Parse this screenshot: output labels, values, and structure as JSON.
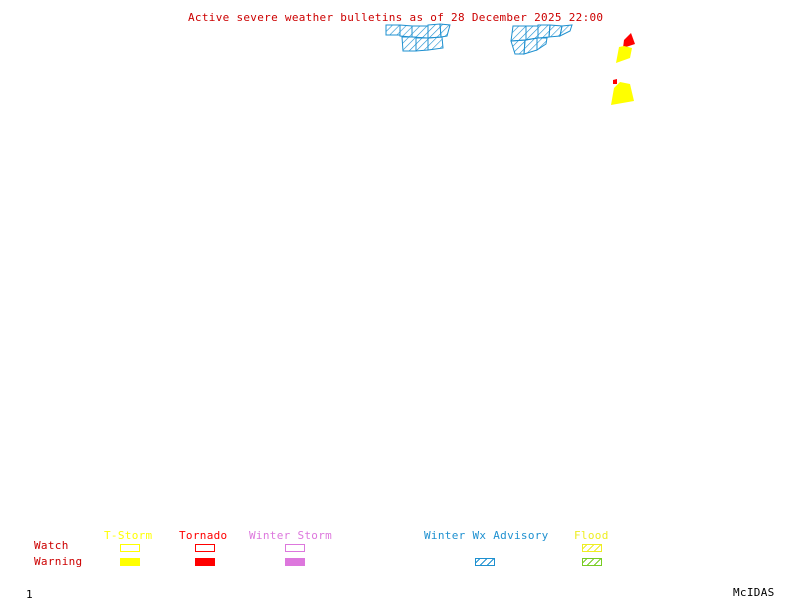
{
  "title": "Active severe weather bulletins as of 28 December 2025 22:00",
  "legend": {
    "row_labels": {
      "watch": "Watch",
      "warning": "Warning"
    },
    "categories": [
      {
        "name": "T-Storm",
        "color": "#ffff00",
        "watch": "outline",
        "warning": "filled"
      },
      {
        "name": "Tornado",
        "color": "#ff0000",
        "watch": "outline",
        "warning": "filled"
      },
      {
        "name": "Winter Storm",
        "color": "#dd77dd",
        "watch": "outline",
        "warning": "filled"
      },
      {
        "name": "Winter Wx Advisory",
        "color": "#1e90d0",
        "watch": "none",
        "warning": "hatched"
      },
      {
        "name": "Flood",
        "color": "#eeee22",
        "warning_color": "#77cc22",
        "watch": "hatched",
        "warning": "hatched"
      }
    ]
  },
  "footer": {
    "frame_number": "1",
    "brand": "McIDAS"
  },
  "colors": {
    "title": "#cc0000",
    "row_label": "#cc0000",
    "tstorm": "#ffff00",
    "tornado": "#ff0000",
    "winter_storm": "#dd77dd",
    "winter_advisory": "#1e90d0",
    "flood_watch": "#eeee22",
    "flood_warning": "#77cc22"
  },
  "map_features": [
    {
      "type": "Winter Wx Advisory",
      "region": "north-central cluster"
    },
    {
      "type": "Winter Wx Advisory",
      "region": "northeast cluster"
    },
    {
      "type": "Tornado Warning",
      "region": "far northeast"
    },
    {
      "type": "T-Storm Warning",
      "region": "far northeast"
    },
    {
      "type": "T-Storm Warning",
      "region": "far northeast south"
    },
    {
      "type": "Tornado Warning",
      "region": "far northeast south"
    }
  ]
}
